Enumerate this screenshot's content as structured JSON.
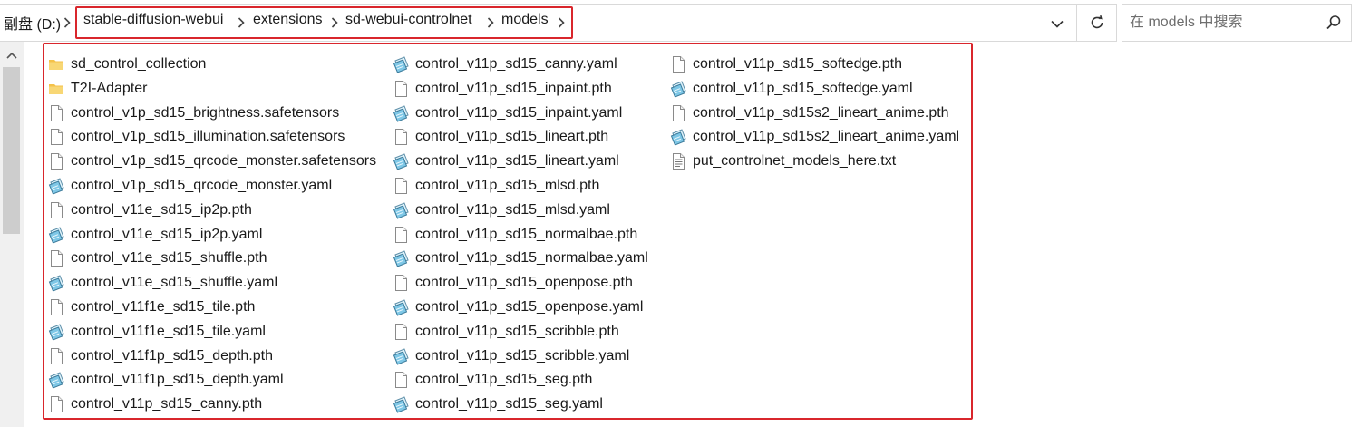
{
  "address_bar": {
    "root": "副盘 (D:)",
    "crumbs": [
      "stable-diffusion-webui",
      "extensions",
      "sd-webui-controlnet",
      "models"
    ]
  },
  "search": {
    "placeholder": "在 models 中搜索"
  },
  "files": {
    "col1": [
      {
        "name": "sd_control_collection",
        "type": "folder"
      },
      {
        "name": "T2I-Adapter",
        "type": "folder"
      },
      {
        "name": "control_v1p_sd15_brightness.safetensors",
        "type": "file"
      },
      {
        "name": "control_v1p_sd15_illumination.safetensors",
        "type": "file"
      },
      {
        "name": "control_v1p_sd15_qrcode_monster.safetensors",
        "type": "file"
      },
      {
        "name": "control_v1p_sd15_qrcode_monster.yaml",
        "type": "yaml"
      },
      {
        "name": "control_v11e_sd15_ip2p.pth",
        "type": "file"
      },
      {
        "name": "control_v11e_sd15_ip2p.yaml",
        "type": "yaml"
      },
      {
        "name": "control_v11e_sd15_shuffle.pth",
        "type": "file"
      },
      {
        "name": "control_v11e_sd15_shuffle.yaml",
        "type": "yaml"
      },
      {
        "name": "control_v11f1e_sd15_tile.pth",
        "type": "file"
      },
      {
        "name": "control_v11f1e_sd15_tile.yaml",
        "type": "yaml"
      },
      {
        "name": "control_v11f1p_sd15_depth.pth",
        "type": "file"
      },
      {
        "name": "control_v11f1p_sd15_depth.yaml",
        "type": "yaml"
      },
      {
        "name": "control_v11p_sd15_canny.pth",
        "type": "file"
      }
    ],
    "col2": [
      {
        "name": "control_v11p_sd15_canny.yaml",
        "type": "yaml"
      },
      {
        "name": "control_v11p_sd15_inpaint.pth",
        "type": "file"
      },
      {
        "name": "control_v11p_sd15_inpaint.yaml",
        "type": "yaml"
      },
      {
        "name": "control_v11p_sd15_lineart.pth",
        "type": "file"
      },
      {
        "name": "control_v11p_sd15_lineart.yaml",
        "type": "yaml"
      },
      {
        "name": "control_v11p_sd15_mlsd.pth",
        "type": "file"
      },
      {
        "name": "control_v11p_sd15_mlsd.yaml",
        "type": "yaml"
      },
      {
        "name": "control_v11p_sd15_normalbae.pth",
        "type": "file"
      },
      {
        "name": "control_v11p_sd15_normalbae.yaml",
        "type": "yaml"
      },
      {
        "name": "control_v11p_sd15_openpose.pth",
        "type": "file"
      },
      {
        "name": "control_v11p_sd15_openpose.yaml",
        "type": "yaml"
      },
      {
        "name": "control_v11p_sd15_scribble.pth",
        "type": "file"
      },
      {
        "name": "control_v11p_sd15_scribble.yaml",
        "type": "yaml"
      },
      {
        "name": "control_v11p_sd15_seg.pth",
        "type": "file"
      },
      {
        "name": "control_v11p_sd15_seg.yaml",
        "type": "yaml"
      }
    ],
    "col3": [
      {
        "name": "control_v11p_sd15_softedge.pth",
        "type": "file"
      },
      {
        "name": "control_v11p_sd15_softedge.yaml",
        "type": "yaml"
      },
      {
        "name": "control_v11p_sd15s2_lineart_anime.pth",
        "type": "file"
      },
      {
        "name": "control_v11p_sd15s2_lineart_anime.yaml",
        "type": "yaml"
      },
      {
        "name": "put_controlnet_models_here.txt",
        "type": "text"
      }
    ]
  },
  "icons": {
    "folder": "folder-icon",
    "file": "file-icon",
    "yaml": "yaml-file-icon",
    "text": "text-file-icon"
  },
  "colors": {
    "highlight_border": "#d9262c",
    "folder": "#f4c24a"
  }
}
